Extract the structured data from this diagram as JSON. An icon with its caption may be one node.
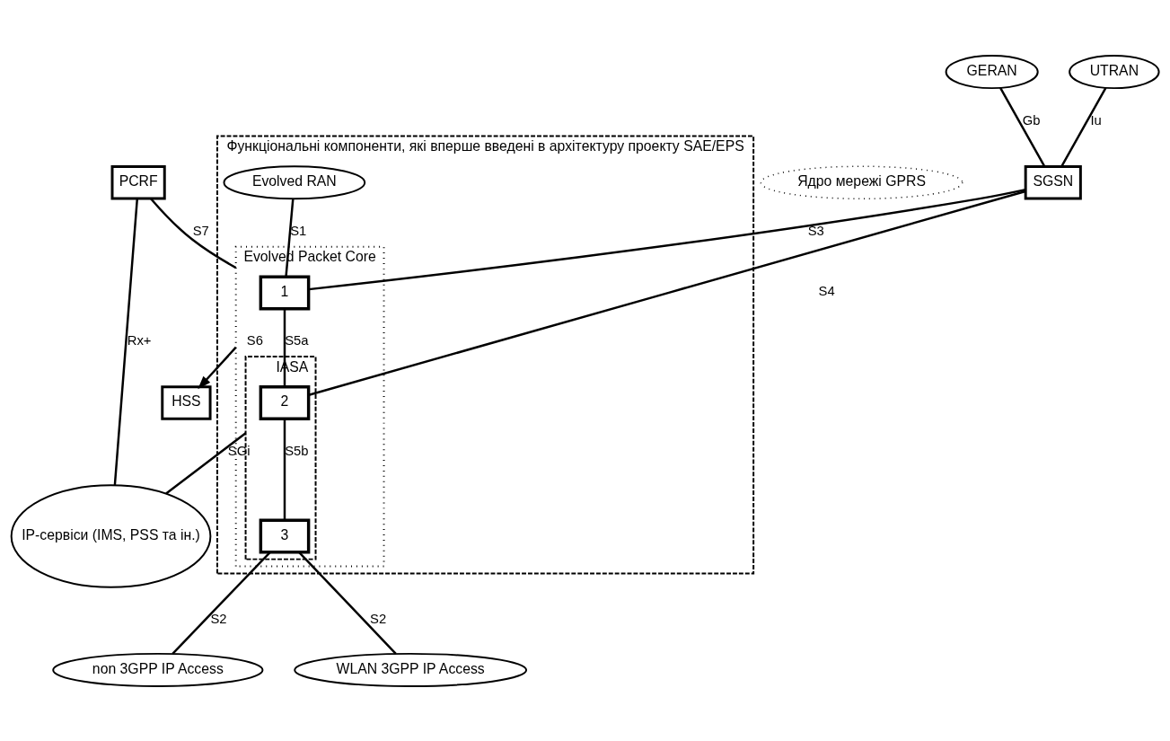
{
  "diagram": {
    "nodes": [
      {
        "text": [
          "GERAN"
        ]
      },
      {
        "text": [
          "UTRAN"
        ]
      },
      {
        "text": [
          "Ядро мережі GPRS"
        ]
      },
      {
        "text": [
          "SGSN"
        ]
      },
      {
        "text": [
          "PCRF"
        ]
      },
      {
        "text": [
          "Функціональні компоненти, які вперше введені в архітектуру проекту SAE/EPS"
        ]
      },
      {
        "text": [
          "HSS"
        ]
      },
      {
        "text": [
          "Evolved RAN"
        ],
        "in": 5
      },
      {
        "text": [
          "Evolved Packet Core"
        ],
        "in": 5
      },
      {
        "text": [
          "1"
        ],
        "in": 8
      },
      {
        "text": [
          "IASA"
        ],
        "in": 8
      },
      {
        "text": [
          "2"
        ],
        "in": 10
      },
      {
        "text": [
          "3"
        ],
        "in": 10
      },
      {
        "text": [
          "IP-сервіси (IMS, PSS та ін.)"
        ]
      },
      {
        "text": [
          "non 3GPP IP Access"
        ]
      },
      {
        "text": [
          "WLAN 3GPP IP Access"
        ]
      }
    ],
    "edges": [
      {
        "from": 0,
        "to": 3,
        "arrow": "none",
        "label": "Gb"
      },
      {
        "from": 1,
        "to": 3,
        "arrow": "none",
        "label": "Iu"
      },
      {
        "from": 3,
        "to": 9,
        "arrow": "none",
        "label": "S3"
      },
      {
        "from": 3,
        "to": 11,
        "arrow": "none",
        "label": "S4"
      },
      {
        "from": 4,
        "to": 8,
        "arrow": "none",
        "label": "S7"
      },
      {
        "from": 4,
        "to": 13,
        "arrow": "none",
        "label": "Rx+"
      },
      {
        "from": 8,
        "to": 6,
        "arrow": "to",
        "label": "S6"
      },
      {
        "from": 7,
        "to": 9,
        "arrow": "none",
        "label": "S1"
      },
      {
        "from": 9,
        "to": 11,
        "arrow": "none",
        "label": "S5a"
      },
      {
        "from": 11,
        "to": 12,
        "arrow": "none",
        "label": "S5b"
      },
      {
        "from": 10,
        "to": 13,
        "arrow": "none",
        "label": "SGi"
      },
      {
        "from": 12,
        "to": 14,
        "arrow": "none",
        "label": "S2"
      },
      {
        "from": 12,
        "to": 15,
        "arrow": "none",
        "label": "S2"
      }
    ]
  }
}
